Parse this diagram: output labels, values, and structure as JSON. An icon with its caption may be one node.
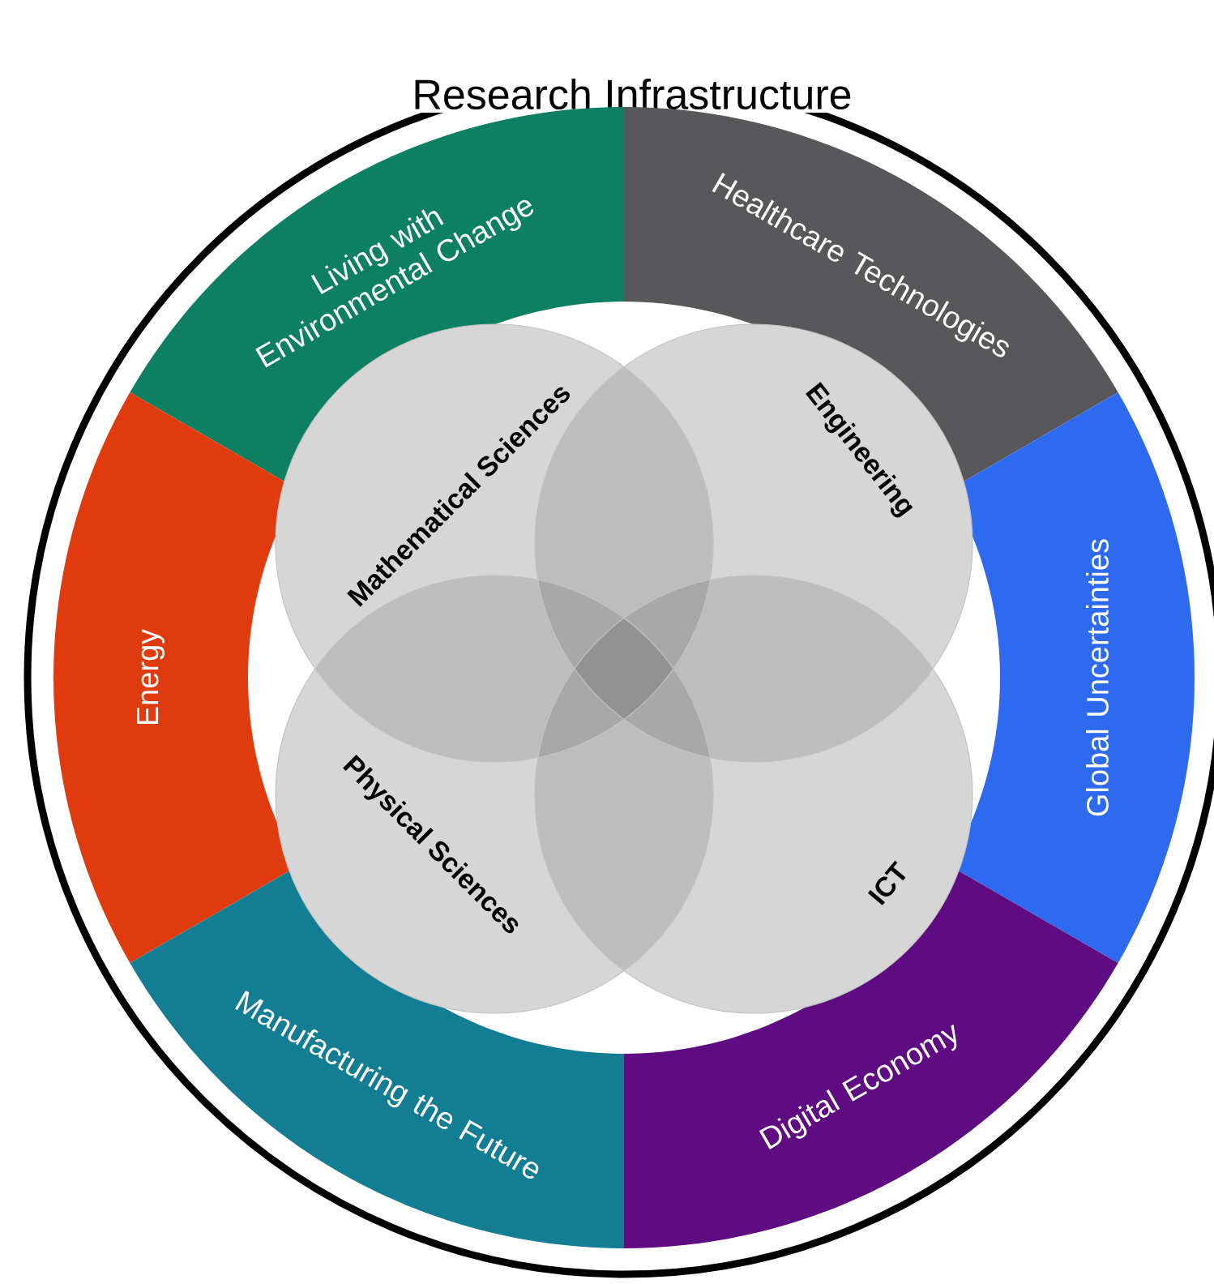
{
  "diagram": {
    "nodes": [
      {
        "text": [
          "Research Infrastructure"
        ]
      },
      {
        "text": [
          "Living with Environmental Change"
        ],
        "in": 0
      },
      {
        "text": [
          "Healthcare Technologies"
        ],
        "in": 0
      },
      {
        "text": [
          "Energy"
        ],
        "in": 0
      },
      {
        "text": [
          "Global Uncertainties"
        ],
        "in": 0
      },
      {
        "text": [
          "Manufacturing the Future"
        ],
        "in": 0
      },
      {
        "text": [
          "Digital Economy"
        ],
        "in": 0
      },
      {
        "text": [
          "Mathematical Sciences"
        ],
        "in": 0
      },
      {
        "text": [
          "Engineering"
        ],
        "in": 0
      },
      {
        "text": [
          "Physical Sciences"
        ],
        "in": 0
      },
      {
        "text": [
          "ICT"
        ],
        "in": 0
      }
    ]
  }
}
